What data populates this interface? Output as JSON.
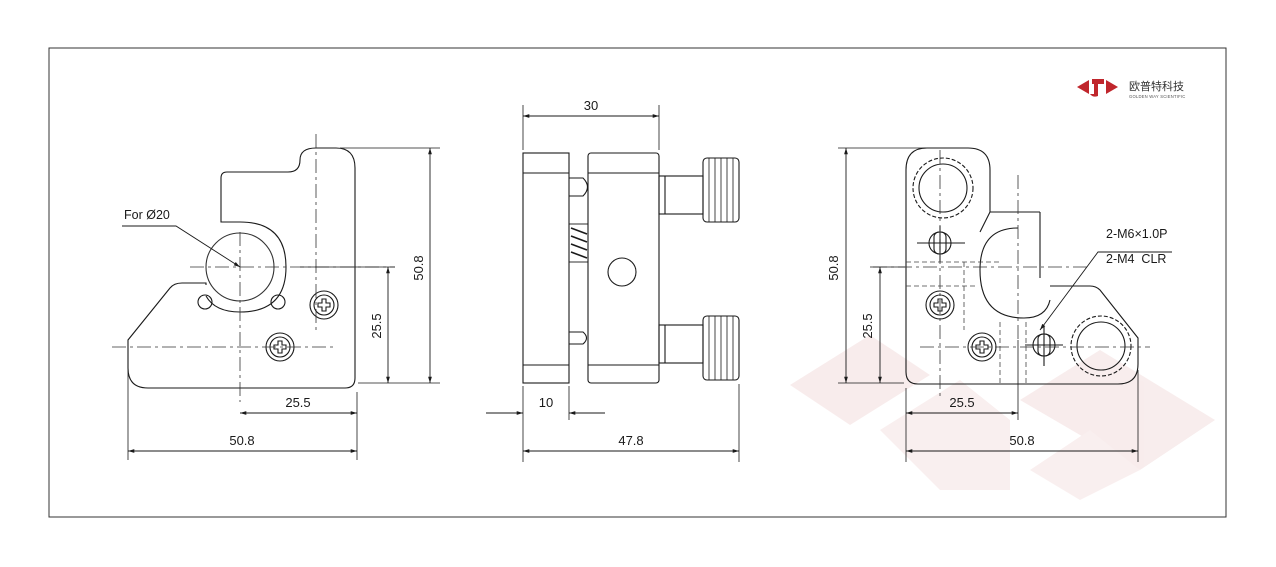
{
  "logo": {
    "name_cn": "欧普特科技",
    "name_en": "GOLDEN WAY SCIENTIFIC",
    "accent": "#c0262c"
  },
  "front_view": {
    "hole_label": "For Ø20",
    "dim_height": "50.8",
    "dim_center_height": "25.5",
    "dim_center_width": "25.5",
    "dim_width": "50.8"
  },
  "side_view": {
    "dim_top": "30",
    "dim_plate": "10",
    "dim_total": "47.8"
  },
  "rear_view": {
    "note_thread": "2-M6×1.0P",
    "note_clearance": "2-M4  CLR",
    "dim_height": "50.8",
    "dim_center_height": "25.5",
    "dim_center_width": "25.5",
    "dim_width": "50.8"
  },
  "colors": {
    "line": "#1a1a1a",
    "watermark": "#f6e6e6"
  }
}
